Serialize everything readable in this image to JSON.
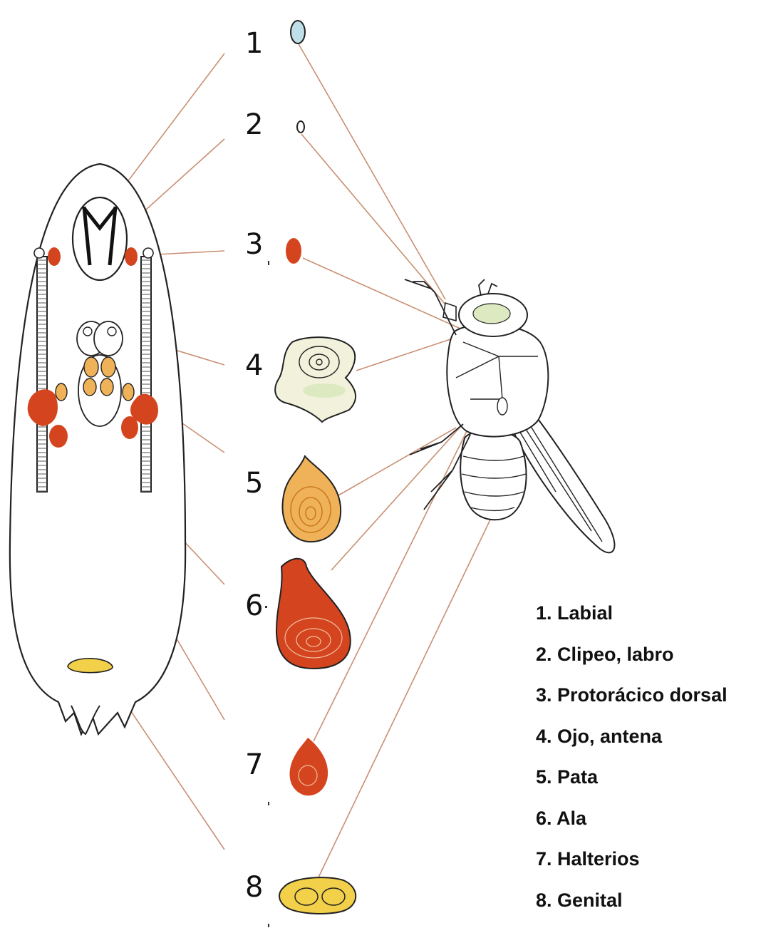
{
  "numbers": [
    "1",
    "2",
    "3",
    "4",
    "5",
    "6",
    "7",
    "8"
  ],
  "legend": [
    "1. Labial",
    "2. Clipeo, labro",
    "3. Protorácico dorsal",
    "4. Ojo, antena",
    "5. Pata",
    "6. Ala",
    "7. Halterios",
    "8. Genital"
  ],
  "colors": {
    "line": "#c98f72",
    "outline": "#222222",
    "disc_labial": "#bfe0e8",
    "disc_eye_antenna": "#f2f2dc",
    "disc_leg": "#f0b258",
    "disc_wing": "#d4451f",
    "disc_haltere": "#d4451f",
    "disc_genital": "#f2d04a",
    "disc_prothoracic": "#d4451f"
  },
  "icons": [
    "larva-drawing",
    "fly-drawing",
    "imaginal-disc-shapes"
  ]
}
